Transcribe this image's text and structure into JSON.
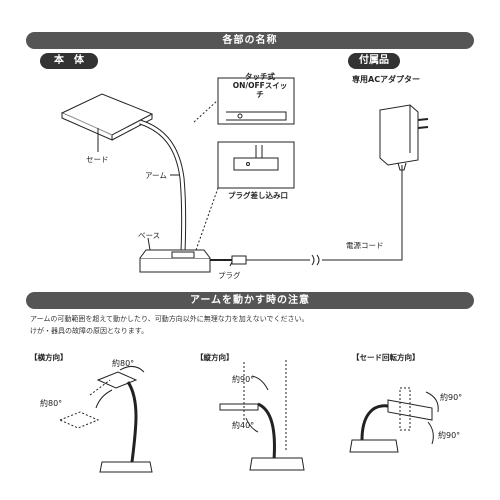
{
  "header": {
    "title": "各部の名称"
  },
  "body_section": {
    "label": "本　体",
    "parts": {
      "touch_switch": "タッチ式\nON/OFFスイッチ",
      "shade": "セード",
      "arm": "アーム",
      "plug_port": "プラグ差し込み口",
      "base": "ベース",
      "plug": "プラグ",
      "cord": "電源コード"
    }
  },
  "accessory_section": {
    "label": "付属品",
    "item": "専用ACアダプター"
  },
  "arm_section": {
    "title": "アームを動かす時の注意",
    "note_line1": "アームの可動範囲を超えて動かしたり、可動方向以外に無理な力を加えないでください。",
    "note_line2": "けが・器具の故障の原因となります。",
    "horizontal": {
      "label": "【横方向】",
      "angle_a": "約80°",
      "angle_b": "約80°"
    },
    "vertical": {
      "label": "【縦方向】",
      "angle_a": "約90°",
      "angle_b": "約40°"
    },
    "shade_rotation": {
      "label": "【セード回転方向】",
      "angle_a": "約90°",
      "angle_b": "約90°"
    }
  }
}
